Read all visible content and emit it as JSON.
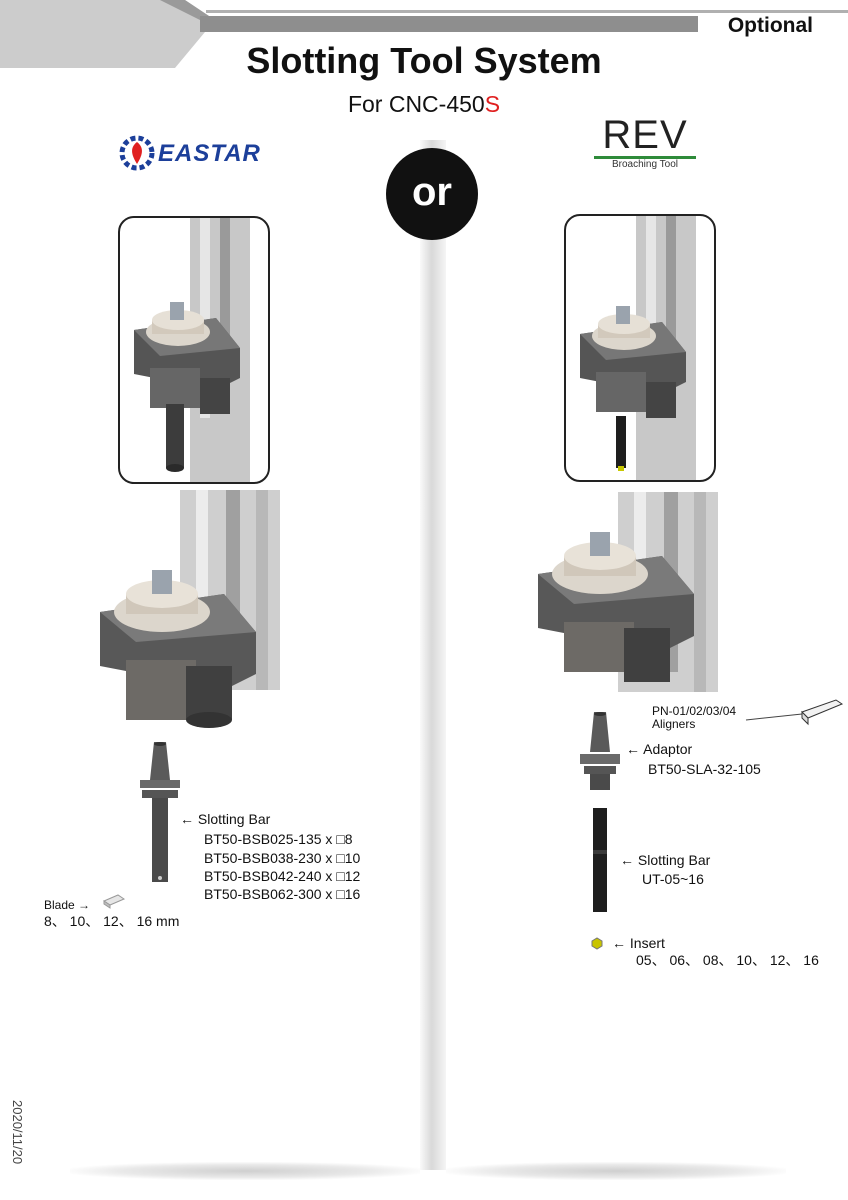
{
  "header": {
    "optional": "Optional"
  },
  "title": "Slotting Tool System",
  "subtitle": {
    "prefix": "For CNC-450",
    "suffix": "S"
  },
  "divider_text": "or",
  "left": {
    "brand": "EASTAR",
    "slotting_bar": {
      "label": "Slotting Bar",
      "models": [
        "BT50-BSB025-135 x □8",
        "BT50-BSB038-230 x □10",
        "BT50-BSB042-240 x □12",
        "BT50-BSB062-300 x □16"
      ]
    },
    "blade": {
      "label": "Blade",
      "sizes": "8、 10、 12、 16 mm"
    }
  },
  "right": {
    "brand": "REV",
    "brand_sub": "Broaching Tool",
    "aligners": {
      "code": "PN-01/02/03/04",
      "label": "Aligners"
    },
    "adaptor": {
      "label": "Adaptor",
      "model": "BT50-SLA-32-105"
    },
    "slotting_bar": {
      "label": "Slotting Bar",
      "model": "UT-05~16"
    },
    "insert": {
      "label": "Insert",
      "sizes": "05、 06、 08、 10、 12、 16"
    }
  },
  "footer": {
    "date": "2020/11/20"
  },
  "colors": {
    "accent_red": "#e02020",
    "eastar_blue": "#1c3f9a",
    "rev_green": "#2e8b3a"
  }
}
